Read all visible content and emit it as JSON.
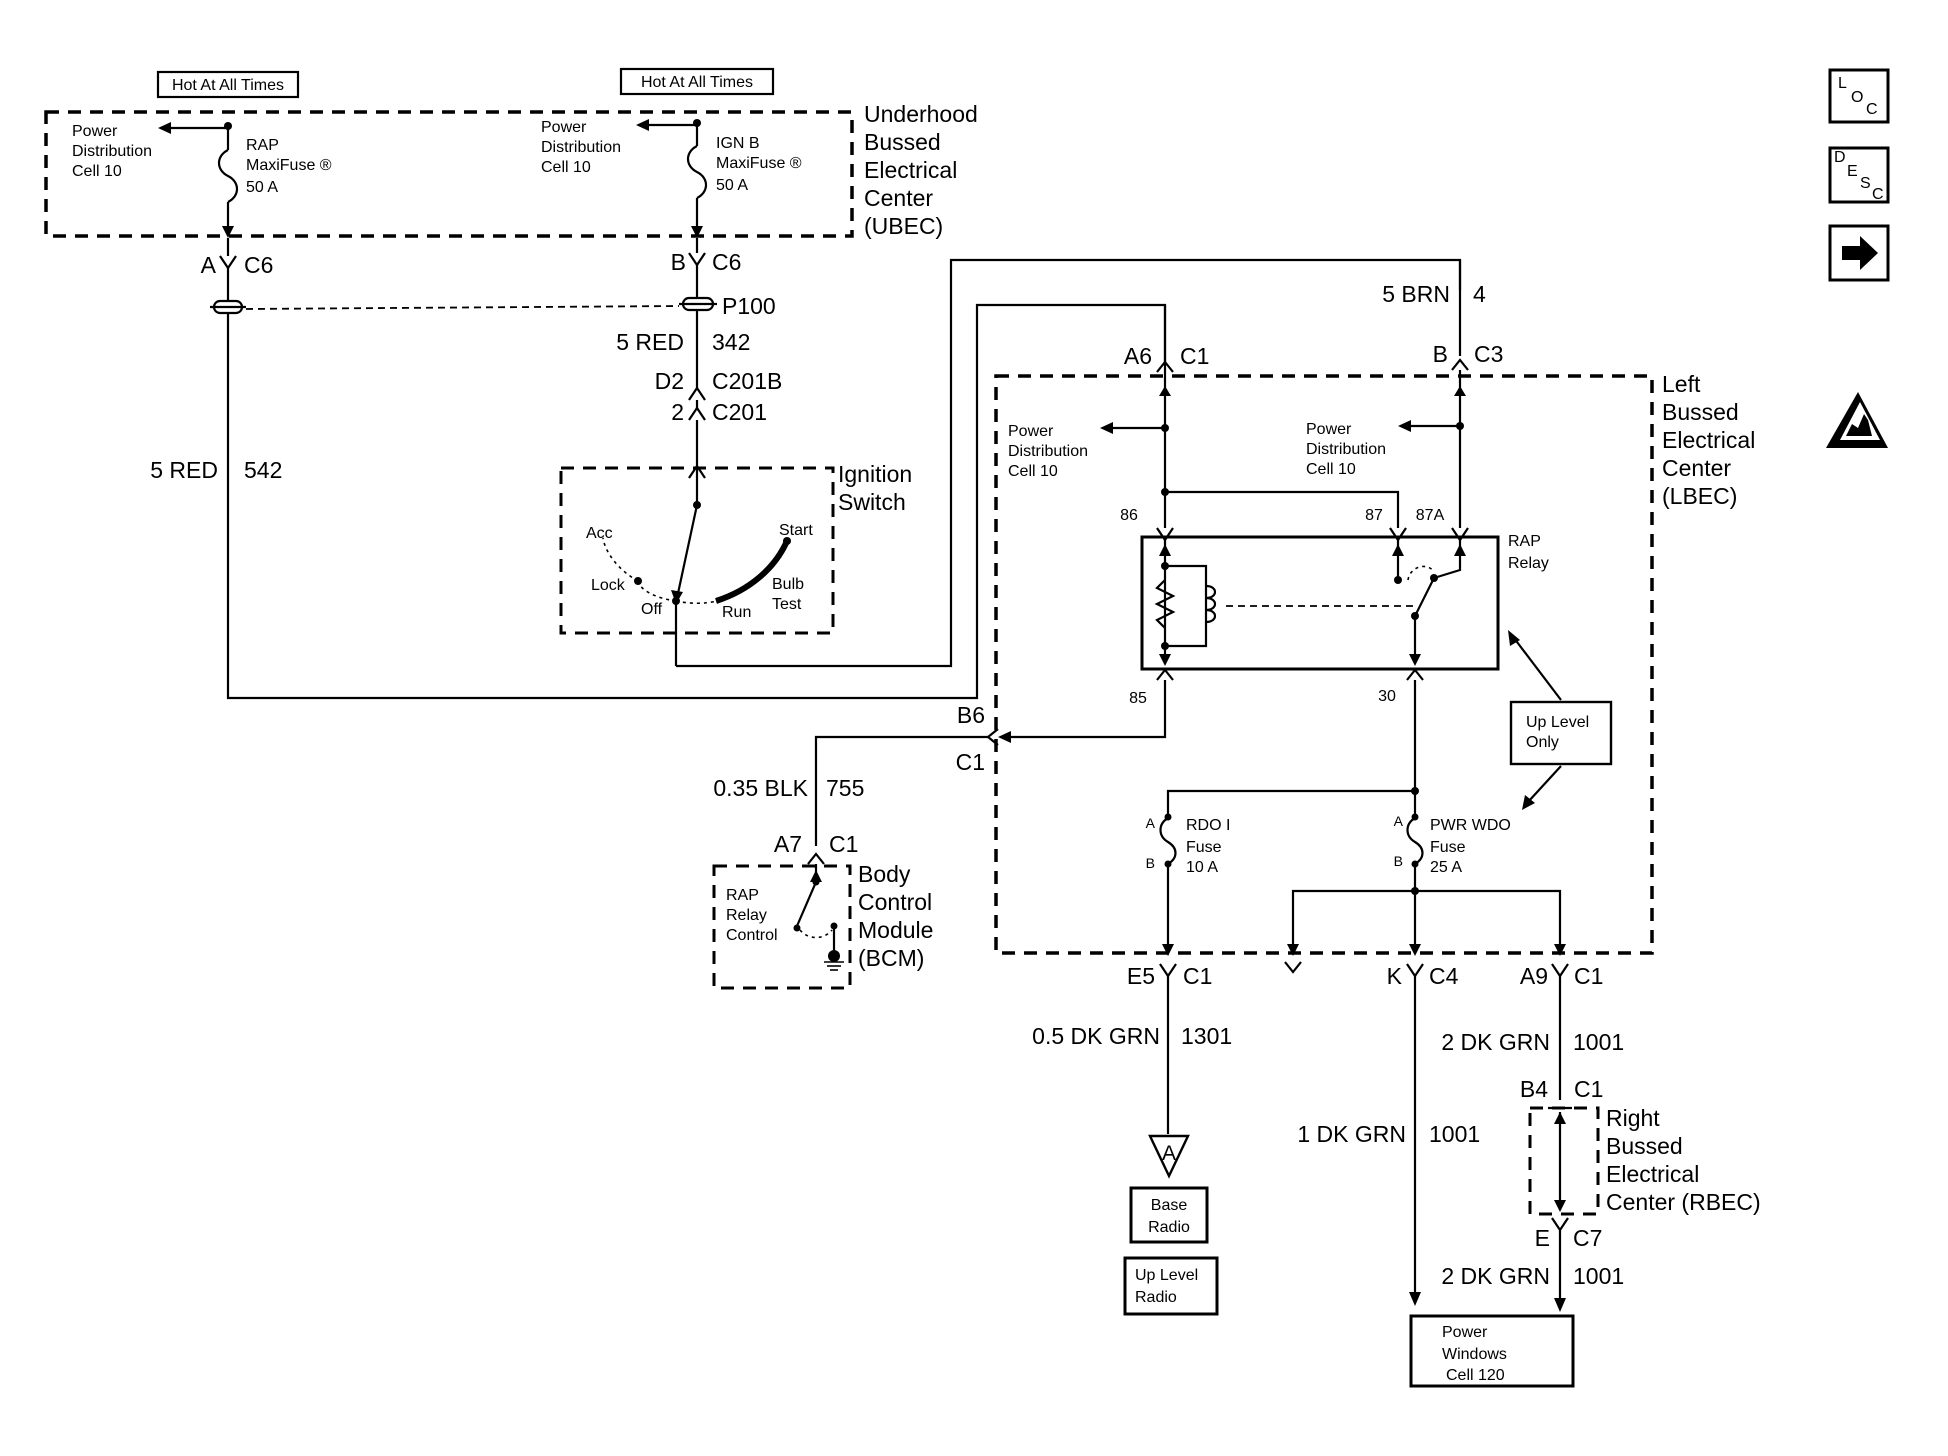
{
  "hot_labels": [
    "Hot At All Times",
    "Hot At All Times"
  ],
  "power_distribution": [
    "Power",
    "Distribution",
    "Cell 10"
  ],
  "fuses": {
    "rap_maxi": [
      "RAP",
      "MaxiFuse ®",
      "50 A"
    ],
    "ign_b_maxi": [
      "IGN B",
      "MaxiFuse ®",
      "50 A"
    ],
    "rdo_i": [
      "RDO I",
      "Fuse",
      "10 A"
    ],
    "pwr_wdo": [
      "PWR WDO",
      "Fuse",
      "25 A"
    ],
    "pin_a": "A",
    "pin_b": "B"
  },
  "modules": {
    "ubec": [
      "Underhood",
      "Bussed",
      "Electrical",
      "Center",
      "(UBEC)"
    ],
    "lbec": [
      "Left",
      "Bussed",
      "Electrical",
      "Center",
      "(LBEC)"
    ],
    "rbec": [
      "Right",
      "Bussed",
      "Electrical",
      "Center (RBEC)"
    ],
    "bcm": [
      "Body",
      "Control",
      "Module",
      "(BCM)"
    ],
    "ignition_switch": [
      "Ignition",
      "Switch"
    ]
  },
  "connectors": {
    "a_c6": [
      "A",
      "C6"
    ],
    "b_c6": [
      "B",
      "C6"
    ],
    "p100": "P100",
    "d2_c201b": [
      "D2",
      "C201B"
    ],
    "two_c201": [
      "2",
      "C201"
    ],
    "a6_c1": [
      "A6",
      "C1"
    ],
    "b_c3": [
      "B",
      "C3"
    ],
    "b6_c1": [
      "B6",
      "C1"
    ],
    "a7_c1": [
      "A7",
      "C1"
    ],
    "e5_c1": [
      "E5",
      "C1"
    ],
    "k_c4": [
      "K",
      "C4"
    ],
    "a9_c1": [
      "A9",
      "C1"
    ],
    "b4_c1": [
      "B4",
      "C1"
    ],
    "e_c7": [
      "E",
      "C7"
    ]
  },
  "wires": {
    "w342": [
      "5 RED",
      "342"
    ],
    "w542": [
      "5 RED",
      "542"
    ],
    "w4": [
      "5 BRN",
      "4"
    ],
    "w755": [
      "0.35 BLK",
      "755"
    ],
    "w1301": [
      "0.5 DK GRN",
      "1301"
    ],
    "w1001_a9": [
      "2 DK GRN",
      "1001"
    ],
    "w1001_k": [
      "1 DK GRN",
      "1001"
    ],
    "w1001_e": [
      "2 DK GRN",
      "1001"
    ]
  },
  "switch_positions": [
    "Acc",
    "Lock",
    "Off",
    "Run",
    "Start",
    "Bulb",
    "Test"
  ],
  "relay": {
    "name": [
      "RAP",
      "Relay"
    ],
    "pins": [
      "86",
      "87",
      "87A",
      "85",
      "30"
    ]
  },
  "bcm_internal": [
    "RAP",
    "Relay",
    "Control"
  ],
  "note_up_level_only": [
    "Up Level",
    "Only"
  ],
  "radio_connector_letter": "A",
  "destinations": {
    "base_radio": [
      "Base",
      "Radio"
    ],
    "up_level_radio": [
      "Up Level",
      "Radio"
    ],
    "power_windows": [
      "Power",
      "Windows",
      "Cell 120"
    ]
  },
  "nav_icons": {
    "loc": [
      "L",
      "O",
      "C"
    ],
    "desc": [
      "D",
      "E",
      "S",
      "C"
    ],
    "next": "right-arrow-icon",
    "esd": "esd-warning-icon"
  }
}
